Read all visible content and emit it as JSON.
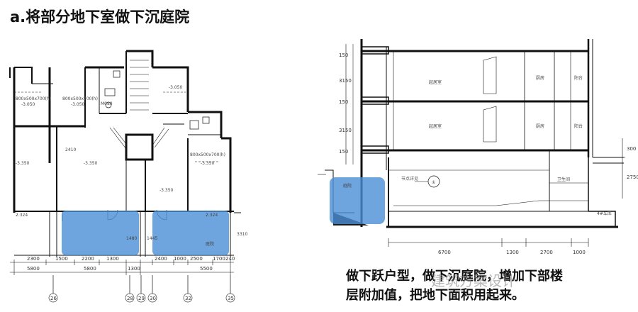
{
  "title": "a.将部分地下室做下沉庭院",
  "caption": {
    "line1": "做下跃户型，做下沉庭院，增加下部楼",
    "line2": "层附加值，把地下面积用起来。"
  },
  "watermark": "建筑方案设计",
  "colors": {
    "highlight": "#4a8fd6",
    "line": "#111111"
  },
  "plan": {
    "dims_row1": [
      "2300",
      "1500",
      "2200",
      "1300",
      "2400",
      "1000",
      "2500",
      "1700",
      "240"
    ],
    "dims_row2": [
      "5800",
      "5800",
      "1300",
      "5500"
    ],
    "axis_labels": [
      "26",
      "28",
      "29",
      "30",
      "32",
      "35"
    ],
    "room_labels": [
      "800x500x700(h)",
      "-3.050",
      "800x500x700(h)",
      "-3.050",
      "M080",
      "-3.050",
      "2410",
      "-3.350",
      "-3.350",
      "800x500x700(h)",
      "-3.350",
      "-3.350",
      "2.324",
      "2.324",
      "3310",
      "1480",
      "1445",
      "庭院"
    ]
  },
  "section": {
    "bottom_dims": [
      "6700",
      "1300",
      "2700",
      "1000"
    ],
    "right_dims": [
      "300",
      "2750"
    ],
    "left_dims": [
      "150",
      "3150",
      "150",
      "3150",
      "150"
    ],
    "room_labels": [
      "起居室",
      "厨房",
      "阳台",
      "起居室",
      "厨房",
      "阳台",
      "卫生间",
      "庭院",
      "节点详见",
      "①",
      "4#车库"
    ]
  }
}
